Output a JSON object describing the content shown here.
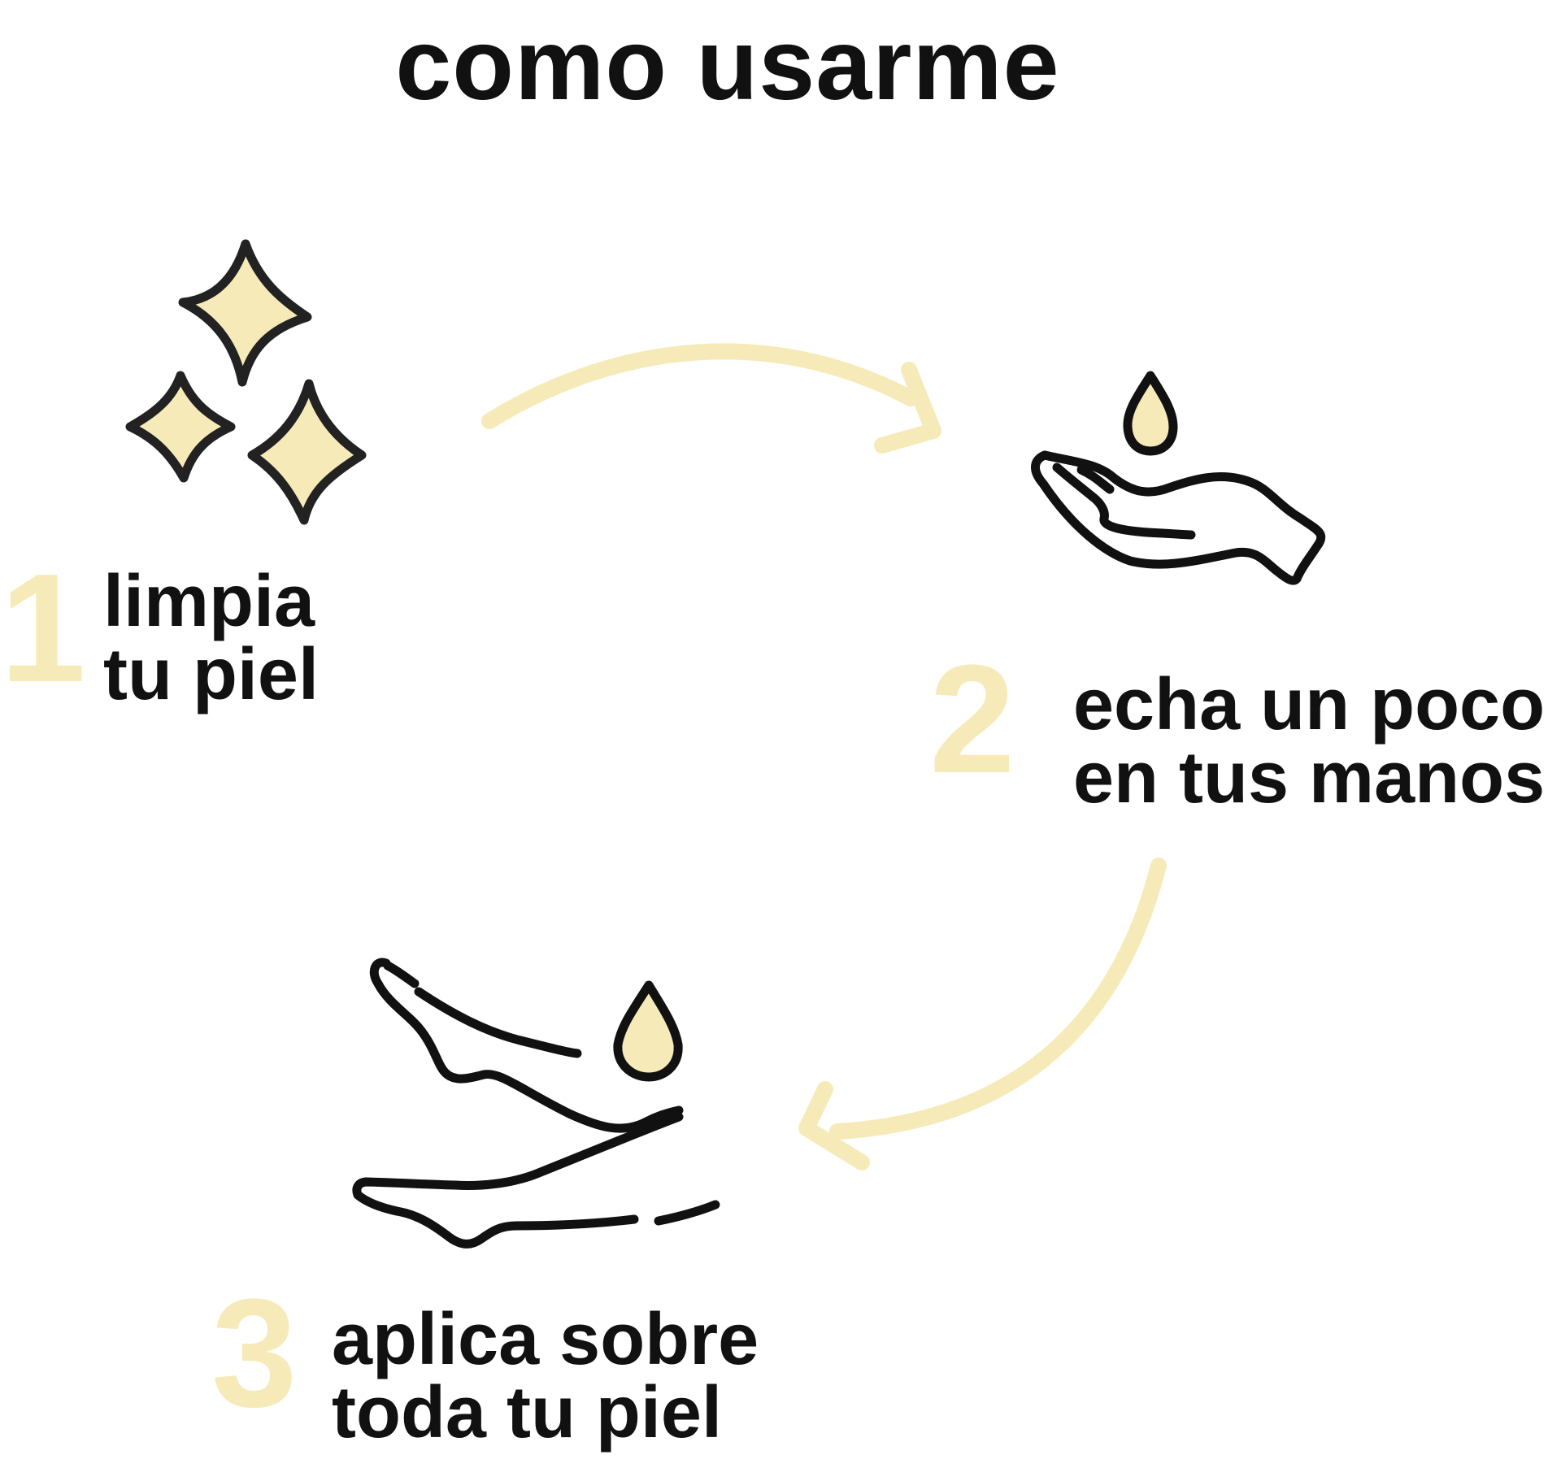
{
  "title": "como usarme",
  "colors": {
    "accent": "#f6ebb8",
    "icon_fill": "#f6ebb8",
    "stroke": "#111111"
  },
  "steps": [
    {
      "number": "1",
      "line1": "limpia",
      "line2": "tu piel",
      "icon": "sparkles-icon"
    },
    {
      "number": "2",
      "line1": "echa un poco",
      "line2": "en tus manos",
      "icon": "hand-drop-icon"
    },
    {
      "number": "3",
      "line1": "aplica sobre",
      "line2": "toda tu piel",
      "icon": "leg-drop-icon"
    }
  ],
  "arrows": [
    "step1-to-step2-arrow-icon",
    "step2-to-step3-arrow-icon"
  ]
}
